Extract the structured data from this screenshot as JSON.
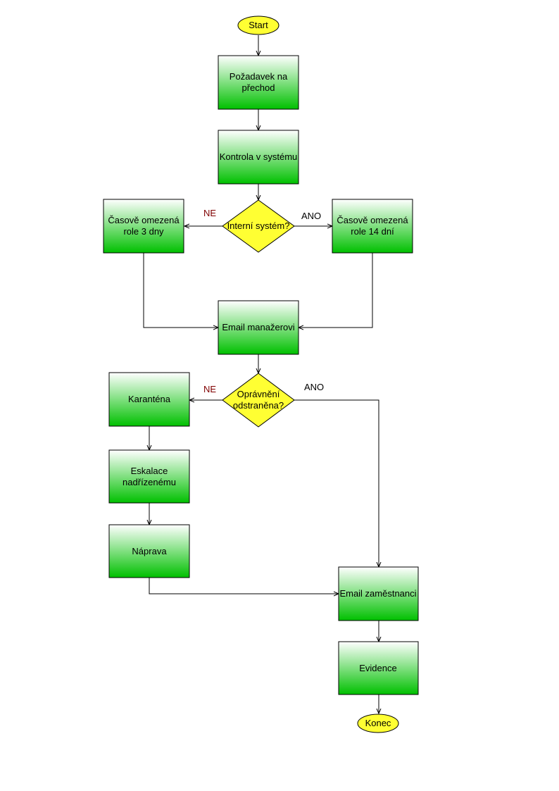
{
  "colors": {
    "process_top": "#ffffff",
    "process_bottom": "#00c000",
    "decision_fill": "#ffff33",
    "terminal_fill": "#ffff33",
    "stroke": "#000000",
    "label_ne": "#800000",
    "label_ano": "#000000"
  },
  "nodes": {
    "start": [
      "Start"
    ],
    "pozadavek": [
      "Požadavek na",
      "přechod"
    ],
    "kontrola": [
      "Kontrola v systému"
    ],
    "interni": [
      "Interní systém?"
    ],
    "role3": [
      "Časově omezená",
      "role 3 dny"
    ],
    "role14": [
      "Časově omezená",
      "role 14 dní"
    ],
    "email_manazer": [
      "Email manažerovi"
    ],
    "opravneni": [
      "Oprávnění",
      "odstraněna?"
    ],
    "karantena": [
      "Karanténa"
    ],
    "eskalace": [
      "Eskalace",
      "nadřízenému"
    ],
    "naprava": [
      "Náprava"
    ],
    "email_zamestnanci": [
      "Email zaměstnanci"
    ],
    "evidence": [
      "Evidence"
    ],
    "konec": [
      "Konec"
    ]
  },
  "edge_labels": {
    "ne1": "NE",
    "ano1": "ANO",
    "ne2": "NE",
    "ano2": "ANO"
  }
}
